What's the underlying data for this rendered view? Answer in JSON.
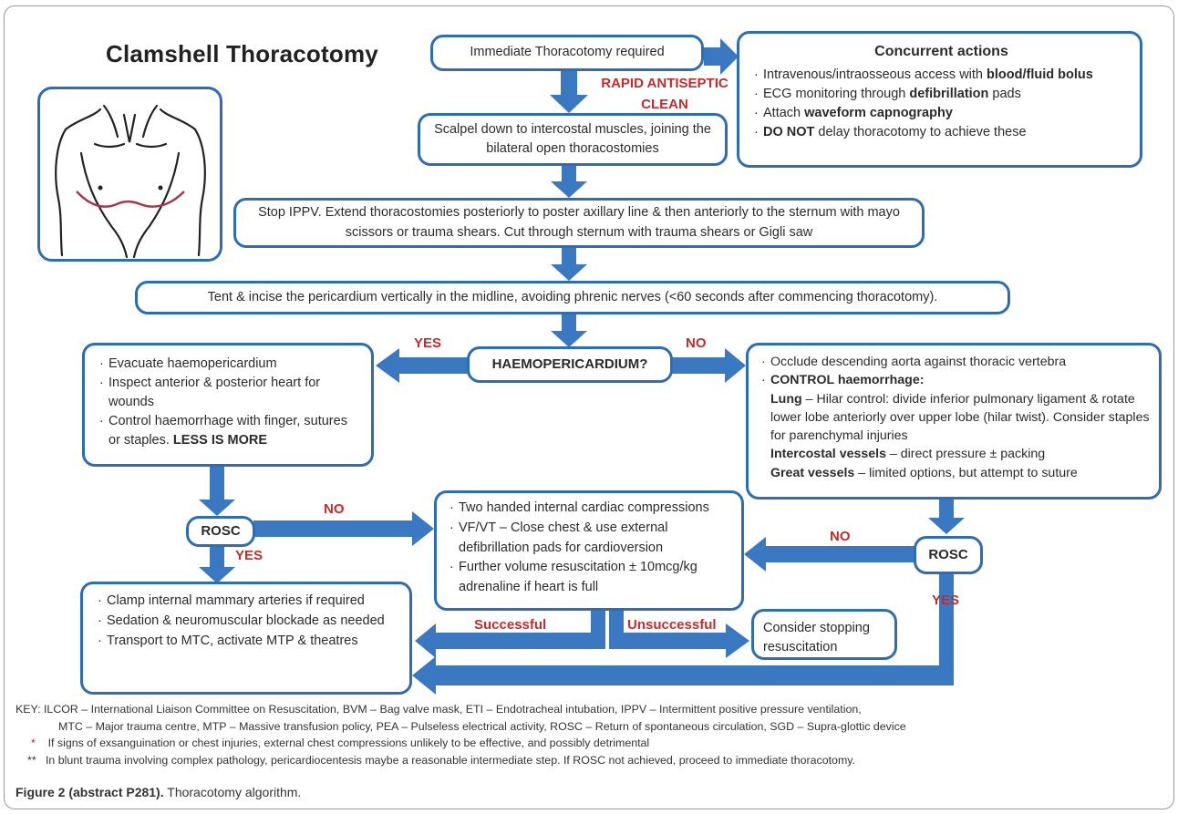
{
  "title": "Clamshell Thoracotomy",
  "top_box": "Immediate Thoracotomy required",
  "rapid_label": "RAPID ANTISEPTIC CLEAN",
  "concurrent": {
    "heading": "Concurrent actions",
    "items": [
      {
        "pre": "Intravenous/intraosseous access with ",
        "bold": "blood/fluid bolus",
        "post": ""
      },
      {
        "pre": "ECG monitoring through ",
        "bold": "defibrillation",
        "post": " pads"
      },
      {
        "pre": "Attach ",
        "bold": "waveform capnography",
        "post": ""
      },
      {
        "pre": "",
        "bold": "DO NOT",
        "post": " delay thoracotomy to achieve these"
      }
    ]
  },
  "scalpel_box": "Scalpel down to intercostal muscles, joining the bilateral open thoracostomies",
  "ippv_box": "Stop IPPV. Extend thoracostomies posteriorly to poster axillary line & then anteriorly to the sternum with mayo scissors or trauma shears. Cut through sternum with trauma shears or Gigli saw",
  "tent_box": "Tent & incise the pericardium vertically in the midline, avoiding phrenic nerves (<60 seconds after commencing thoracotomy).",
  "decision": "HAEMOPERICARDIUM?",
  "yes_label": "YES",
  "no_label": "NO",
  "left_box": {
    "items": [
      {
        "text": "Evacuate haemopericardium",
        "bold": ""
      },
      {
        "text": "Inspect anterior & posterior heart for wounds",
        "bold": ""
      },
      {
        "text": "Control haemorrhage with finger, sutures or staples. ",
        "bold": "LESS IS MORE"
      }
    ]
  },
  "right_box": {
    "line1": "Occlude descending aorta against thoracic vertebra",
    "line2": "CONTROL haemorrhage:",
    "lung_bold": "Lung",
    "lung_text": " – Hilar control: divide inferior pulmonary ligament & rotate lower lobe anteriorly over upper lobe (hilar twist). Consider staples for parenchymal injuries",
    "ic_bold": "Intercostal vessels",
    "ic_text": " – direct pressure ± packing",
    "gv_bold": "Great vessels",
    "gv_text": " – limited options, but attempt to suture"
  },
  "rosc_left": "ROSC",
  "rosc_right": "ROSC",
  "no_left": "NO",
  "yes_left": "YES",
  "no_right": "NO",
  "yes_right": "YES",
  "cardiac_box": {
    "items": [
      "Two handed internal cardiac compressions",
      "VF/VT – Close chest & use external defibrillation pads for cardioversion",
      "Further volume resuscitation ± 10mcg/kg adrenaline if heart is full"
    ]
  },
  "successful": "Successful",
  "unsuccessful": "Unsuccessful",
  "stop_box": "Consider stopping resuscitation",
  "clamp_box": {
    "items": [
      "Clamp internal mammary arteries if required",
      "Sedation & neuromuscular blockade as needed",
      "Transport to MTC, activate MTP & theatres"
    ]
  },
  "key": {
    "line1": "KEY:  ILCOR – International Liaison Committee on Resuscitation,  BVM – Bag valve mask, ETI – Endotracheal intubation, IPPV – Intermittent positive pressure ventilation,",
    "line2": "MTC – Major trauma centre, MTP – Massive transfusion policy, PEA – Pulseless electrical activity, ROSC – Return of spontaneous circulation, SGD – Supra-glottic device",
    "star1": "*",
    "line3": "If signs of exsanguination or chest injuries, external chest compressions unlikely to be effective, and possibly detrimental",
    "star2": "**",
    "line4": "In blunt trauma involving complex pathology, pericardiocentesis maybe a reasonable intermediate step. If ROSC not achieved, proceed to immediate thoracotomy."
  },
  "caption_bold": "Figure 2 (abstract P281).",
  "caption_text": " Thoracotomy algorithm.",
  "colors": {
    "arrow": "#3a78c2",
    "border": "#2e6cb3",
    "red": "#c62b2b",
    "incision": "#a8344f"
  }
}
